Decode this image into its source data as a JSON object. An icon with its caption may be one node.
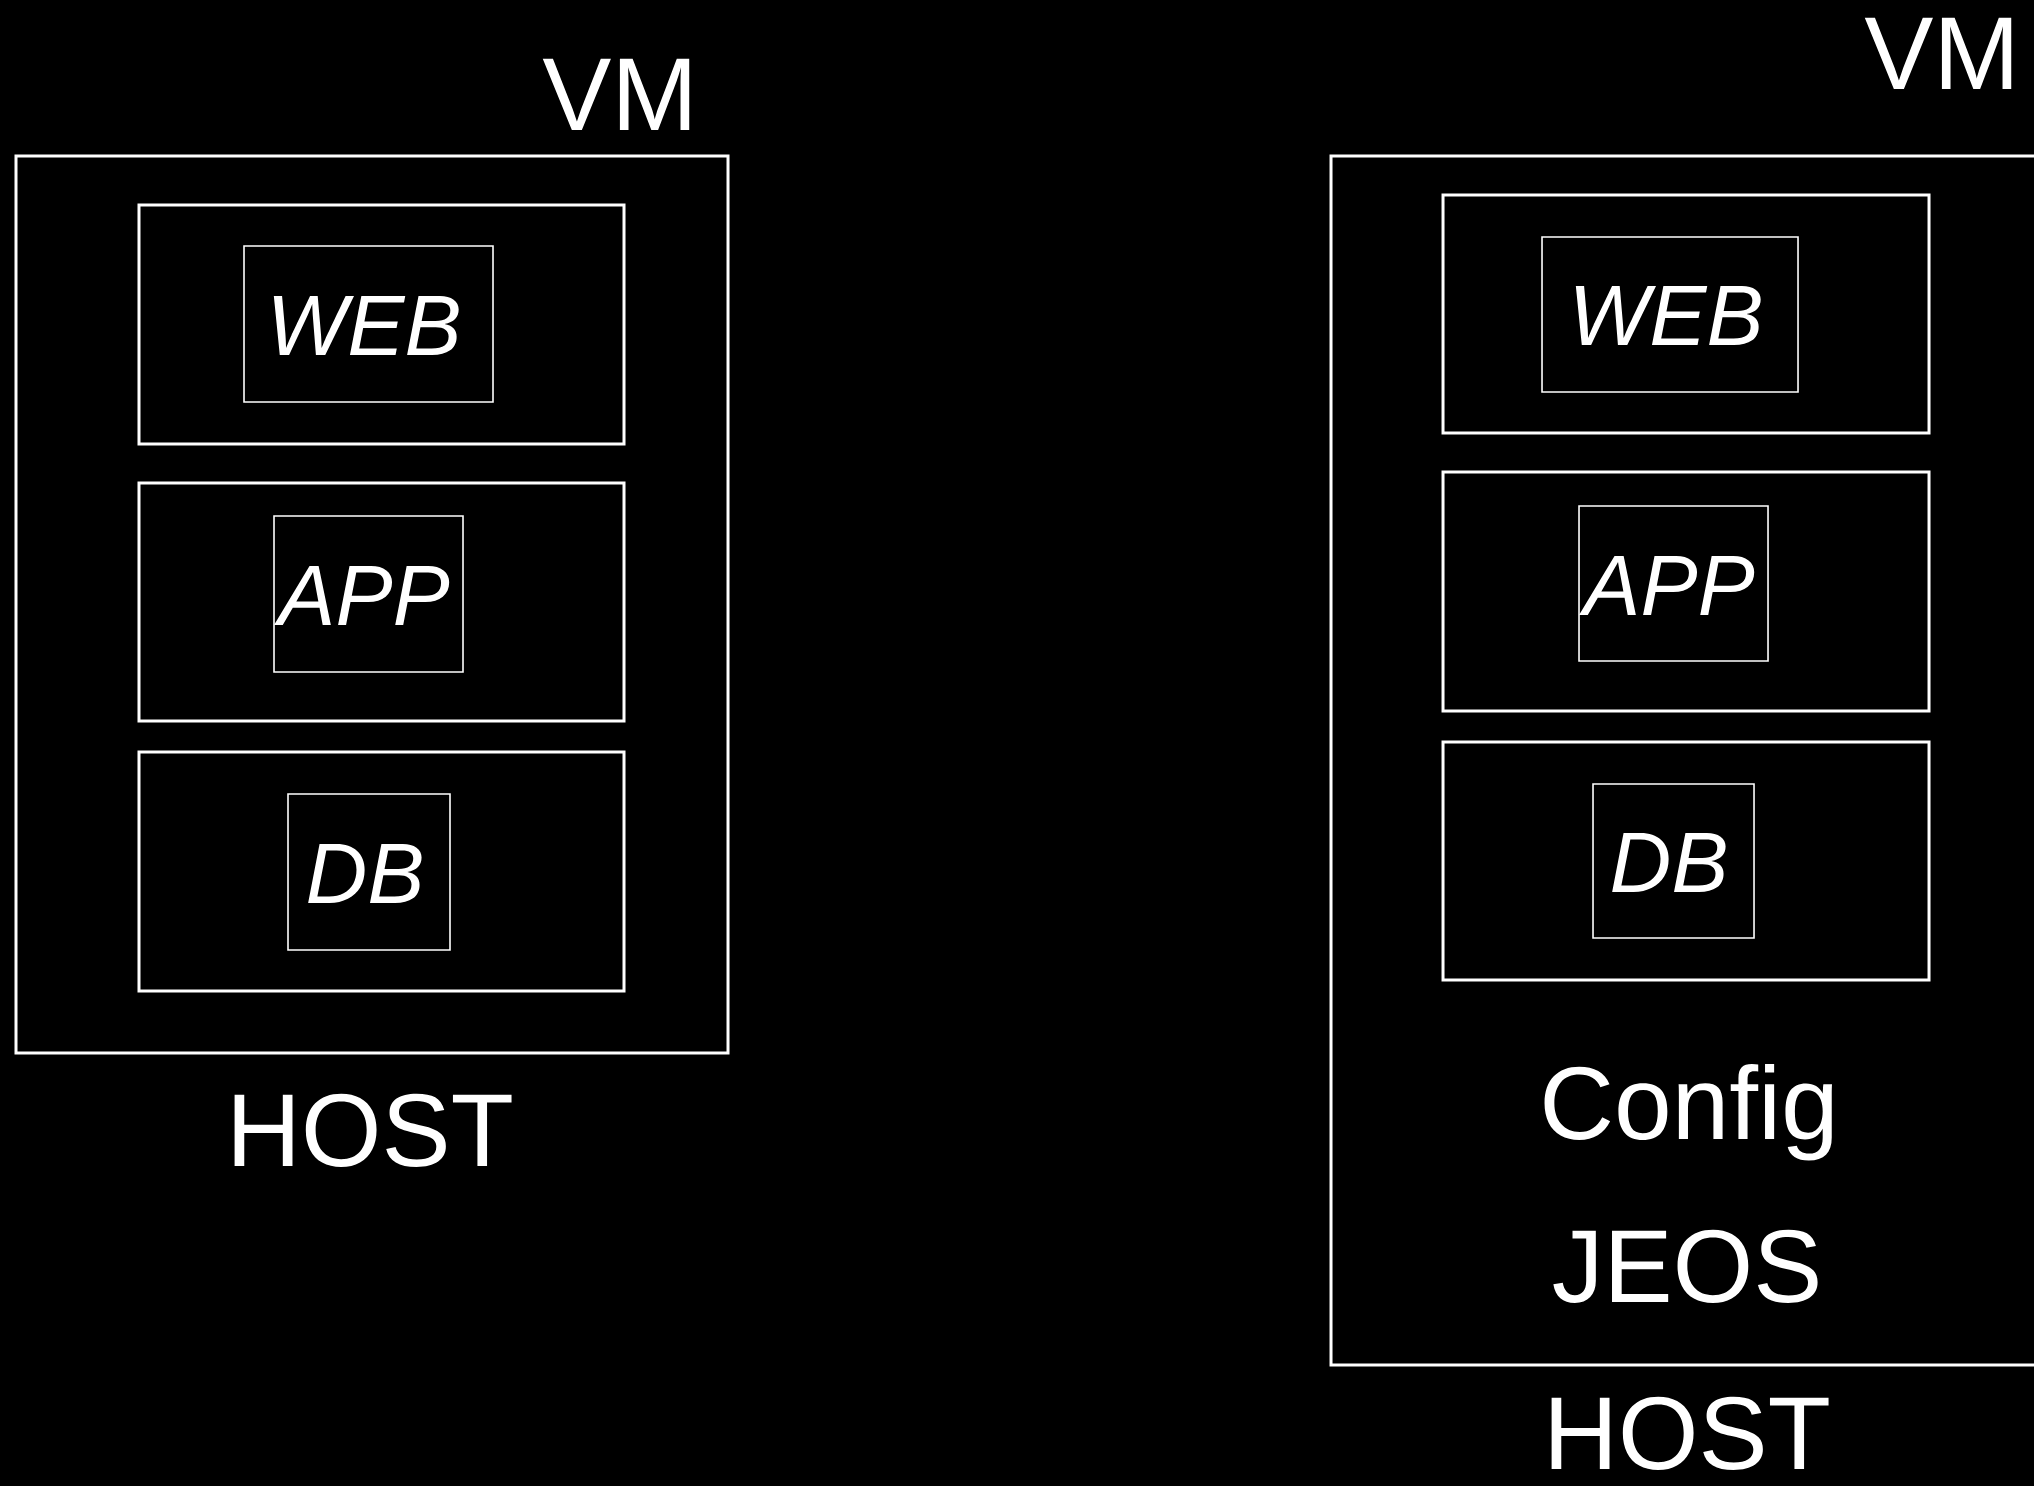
{
  "diagram": {
    "nodes": [
      {
        "text": [
          "VM",
          "HOST"
        ]
      },
      {
        "text": [],
        "shape": "box",
        "in": 0
      },
      {
        "text": [
          "WEB"
        ],
        "in": 1
      },
      {
        "text": [],
        "shape": "box",
        "in": 0
      },
      {
        "text": [
          "APP"
        ],
        "in": 3
      },
      {
        "text": [],
        "shape": "box",
        "in": 0
      },
      {
        "text": [
          "DB"
        ],
        "in": 5
      },
      {
        "text": [
          "VM",
          "Config",
          "JEOS",
          "HOST"
        ]
      },
      {
        "text": [],
        "shape": "box",
        "in": 7
      },
      {
        "text": [
          "WEB"
        ],
        "in": 8
      },
      {
        "text": [],
        "shape": "box",
        "in": 7
      },
      {
        "text": [
          "APP"
        ],
        "in": 10
      },
      {
        "text": [],
        "shape": "box",
        "in": 7
      },
      {
        "text": [
          "DB"
        ],
        "in": 12
      }
    ]
  }
}
